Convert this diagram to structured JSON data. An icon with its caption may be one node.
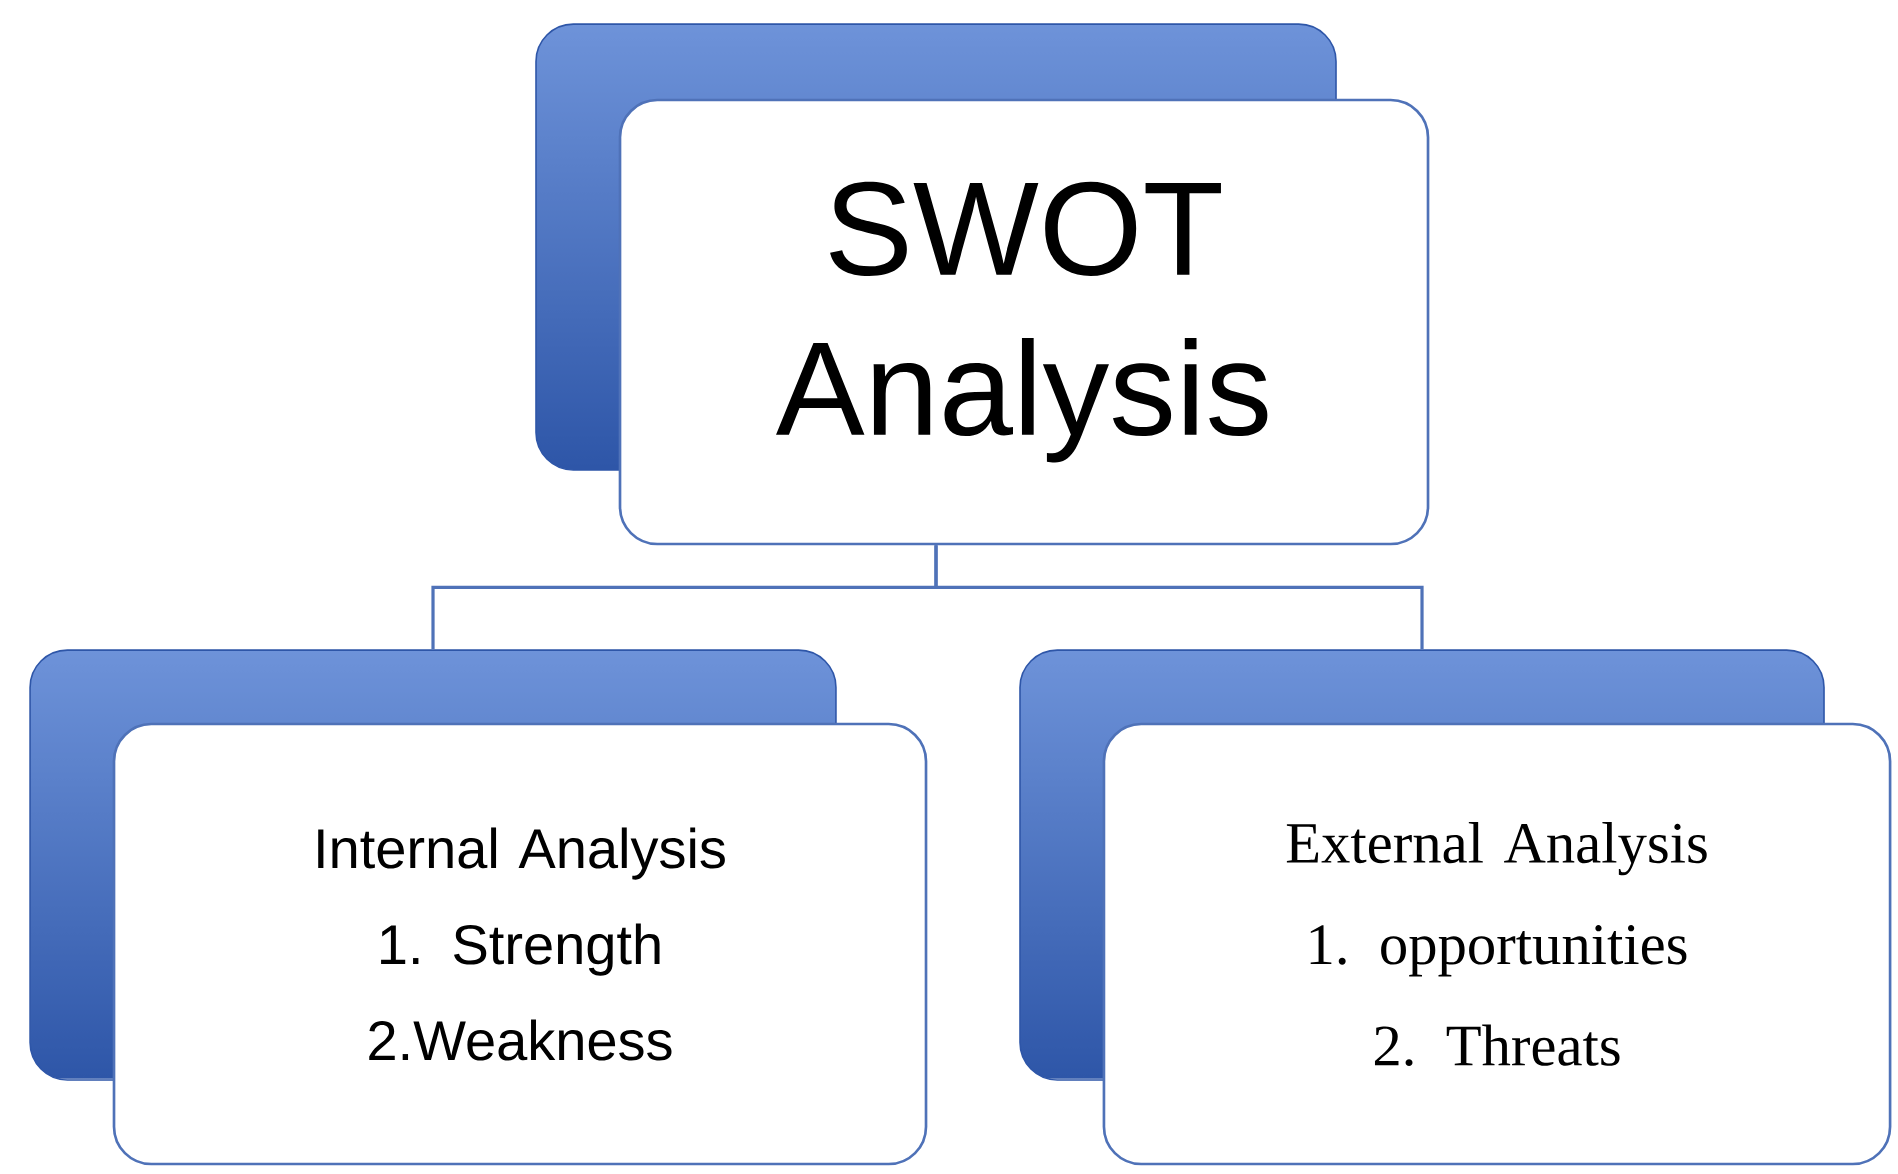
{
  "diagram": {
    "nodes": [
      {
        "text": [
          "SWOT Analysis"
        ]
      },
      {
        "text": [
          "Internal Analysis",
          "1. Strength",
          "2.Weakness"
        ]
      },
      {
        "text": [
          "External Analysis",
          "1. opportunities",
          "2. Threats"
        ]
      }
    ],
    "edges": [
      {
        "from": 0,
        "to": 1,
        "arrow": "none"
      },
      {
        "from": 0,
        "to": 2,
        "arrow": "none"
      }
    ]
  }
}
